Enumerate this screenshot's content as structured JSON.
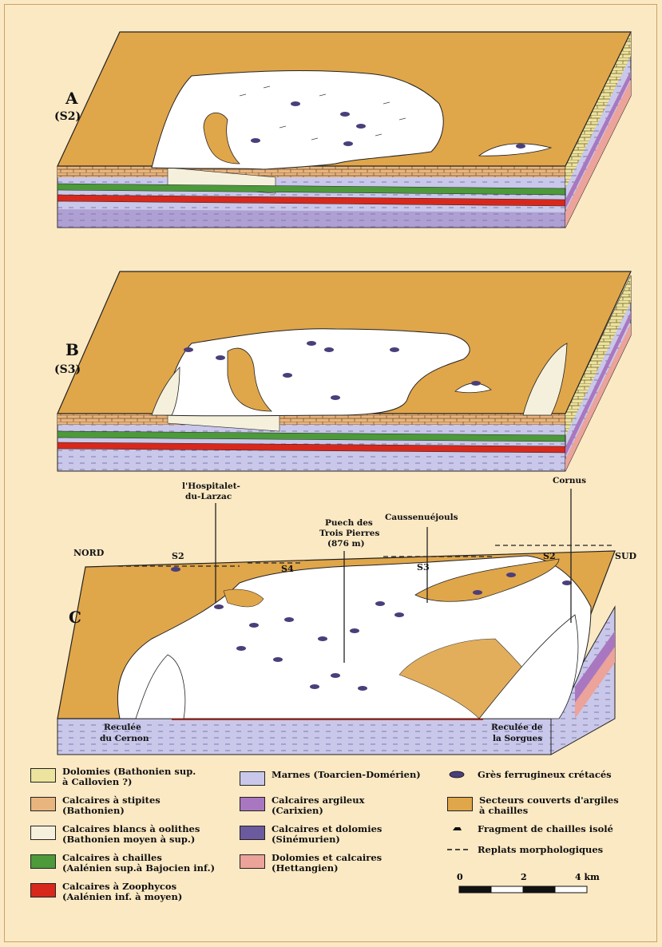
{
  "blocks": {
    "a": {
      "letter": "A",
      "stage": "(S2)"
    },
    "b": {
      "letter": "B",
      "stage": "(S3)"
    },
    "c": {
      "letter": "C"
    }
  },
  "labels_c": {
    "nord": "NORD",
    "sud": "SUD",
    "s2_left": "S2",
    "s4": "S4",
    "s3": "S3",
    "s2_right": "S2",
    "hospitalet": [
      "l'Hospitalet-",
      "du-Larzac"
    ],
    "pouech": [
      "Puech des",
      "Trois Pierres",
      "(876 m)"
    ],
    "causse": "Caussenuéjouls",
    "cornus": "Cornus",
    "reculee_cernon": [
      "Reculée",
      "du Cernon"
    ],
    "reculee_sorgues": [
      "Reculée de",
      "la Sorgues"
    ]
  },
  "legend": {
    "col1": [
      {
        "color": "#ece39e",
        "lines": [
          "Dolomies (Bathonien sup.",
          "à Callovien ?)"
        ]
      },
      {
        "color": "#e9b57e",
        "lines": [
          "Calcaires à stipites",
          "(Bathonien)"
        ]
      },
      {
        "color": "#f5f0dc",
        "lines": [
          "Calcaires blancs à oolithes",
          "(Bathonien moyen à sup.)"
        ]
      },
      {
        "color": "#4c9a3a",
        "lines": [
          "Calcaires à chailles",
          "(Aalénien sup.à Bajocien inf.)"
        ]
      },
      {
        "color": "#d8281c",
        "lines": [
          "Calcaires à Zoophycos",
          "(Aalénien inf. à moyen)"
        ]
      }
    ],
    "col2": [
      {
        "color": "#c9c8ea",
        "lines": [
          "Marnes (Toarcien-Domérien)"
        ]
      },
      {
        "color": "#a977bf",
        "lines": [
          "Calcaires argileux",
          "(Carixien)"
        ]
      },
      {
        "color": "#6c5a9e",
        "lines": [
          "Calcaires et dolomies",
          "(Sinémurien)"
        ]
      },
      {
        "color": "#eba39a",
        "lines": [
          "Dolomies et calcaires",
          "(Hettangien)"
        ]
      }
    ],
    "col3": [
      {
        "symbol": "ferrugineux",
        "lines": [
          "Grès ferrugineux crétacés"
        ]
      },
      {
        "color": "#e0a64a",
        "lines": [
          "Secteurs couverts d'argiles",
          "à chailles"
        ]
      },
      {
        "symbol": "fragment",
        "lines": [
          "Fragment de chailles isolé"
        ]
      },
      {
        "symbol": "dashed",
        "lines": [
          "Replats morphologiques"
        ]
      }
    ],
    "scale": {
      "zero": "0",
      "mid": "2",
      "end": "4 km"
    }
  },
  "colors": {
    "clay": "#e0a64a",
    "white": "#ffffff",
    "outline": "#1a1a1a"
  }
}
